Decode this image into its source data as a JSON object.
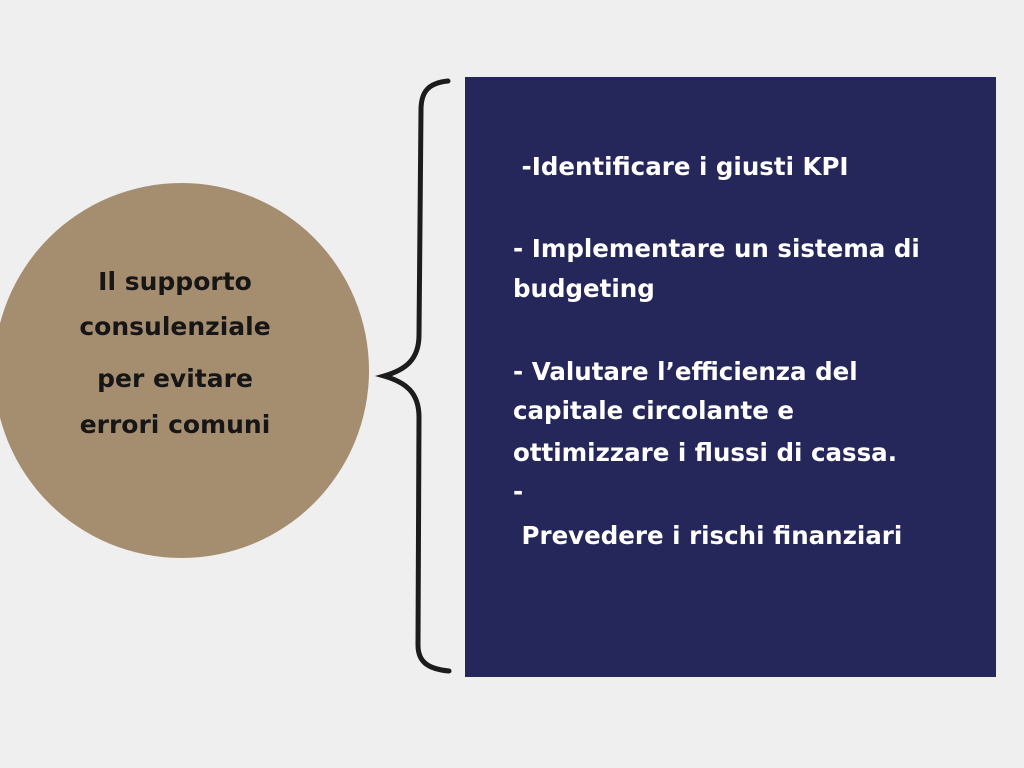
{
  "colors": {
    "background": "#efefef",
    "circle": "#a58d6f",
    "box": "#25275a",
    "text_on_box": "#ffffff",
    "brace": "#1c1c1c"
  },
  "circle": {
    "lines": [
      "Il supporto",
      "consulenziale",
      "per evitare",
      "errori comuni"
    ]
  },
  "box": {
    "lines": [
      " -Identificare i giusti KPI",
      "- Implementare un sistema di",
      "budgeting",
      "- Valutare l’efficienza del",
      "capitale circolante e",
      "ottimizzare i flussi di cassa.",
      "-",
      " Prevedere i rischi finanziari"
    ]
  }
}
